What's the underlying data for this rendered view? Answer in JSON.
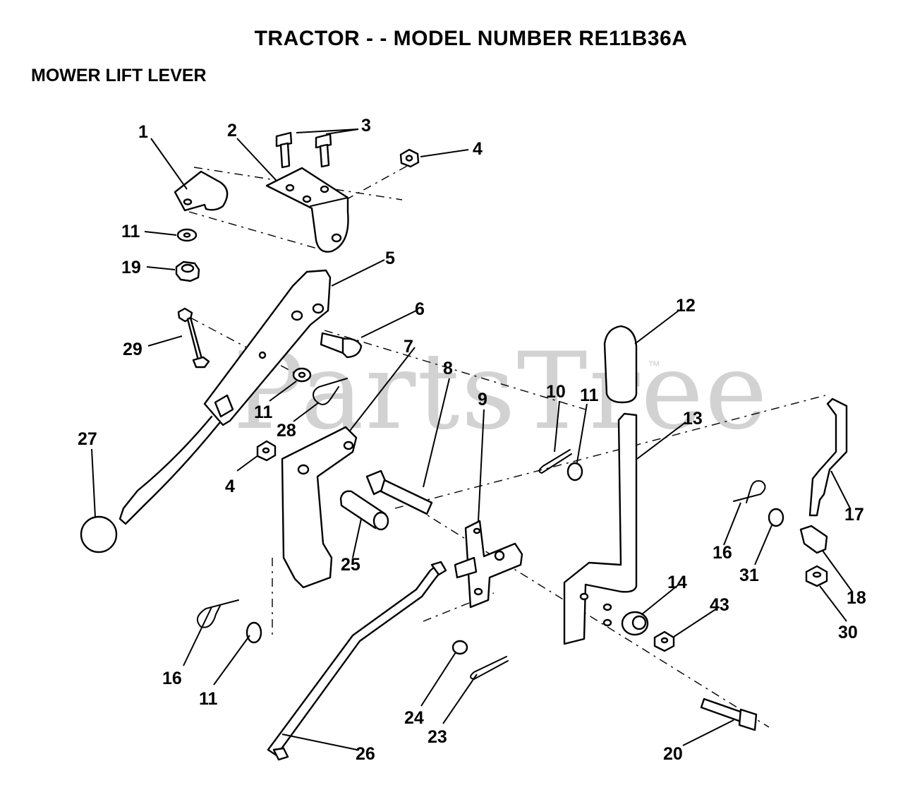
{
  "header": {
    "title": "TRACTOR - - MODEL NUMBER RE11B36A",
    "section": "MOWER LIFT LEVER"
  },
  "watermark": {
    "text": "PartsTree",
    "mark": "™"
  },
  "callouts": [
    {
      "id": "c1",
      "label": "1"
    },
    {
      "id": "c2",
      "label": "2"
    },
    {
      "id": "c3",
      "label": "3"
    },
    {
      "id": "c4a",
      "label": "4"
    },
    {
      "id": "c11a",
      "label": "11"
    },
    {
      "id": "c19",
      "label": "19"
    },
    {
      "id": "c5",
      "label": "5"
    },
    {
      "id": "c6",
      "label": "6"
    },
    {
      "id": "c29",
      "label": "29"
    },
    {
      "id": "c12",
      "label": "12"
    },
    {
      "id": "c7",
      "label": "7"
    },
    {
      "id": "c8",
      "label": "8"
    },
    {
      "id": "c9",
      "label": "9"
    },
    {
      "id": "c10",
      "label": "10"
    },
    {
      "id": "c11b",
      "label": "11"
    },
    {
      "id": "c11c",
      "label": "11"
    },
    {
      "id": "c28",
      "label": "28"
    },
    {
      "id": "c13",
      "label": "13"
    },
    {
      "id": "c27",
      "label": "27"
    },
    {
      "id": "c4b",
      "label": "4"
    },
    {
      "id": "c17",
      "label": "17"
    },
    {
      "id": "c25",
      "label": "25"
    },
    {
      "id": "c16a",
      "label": "16"
    },
    {
      "id": "c31",
      "label": "31"
    },
    {
      "id": "c18",
      "label": "18"
    },
    {
      "id": "c14",
      "label": "14"
    },
    {
      "id": "c43",
      "label": "43"
    },
    {
      "id": "c30",
      "label": "30"
    },
    {
      "id": "c16b",
      "label": "16"
    },
    {
      "id": "c11d",
      "label": "11"
    },
    {
      "id": "c24",
      "label": "24"
    },
    {
      "id": "c23",
      "label": "23"
    },
    {
      "id": "c26",
      "label": "26"
    },
    {
      "id": "c20",
      "label": "20"
    }
  ]
}
